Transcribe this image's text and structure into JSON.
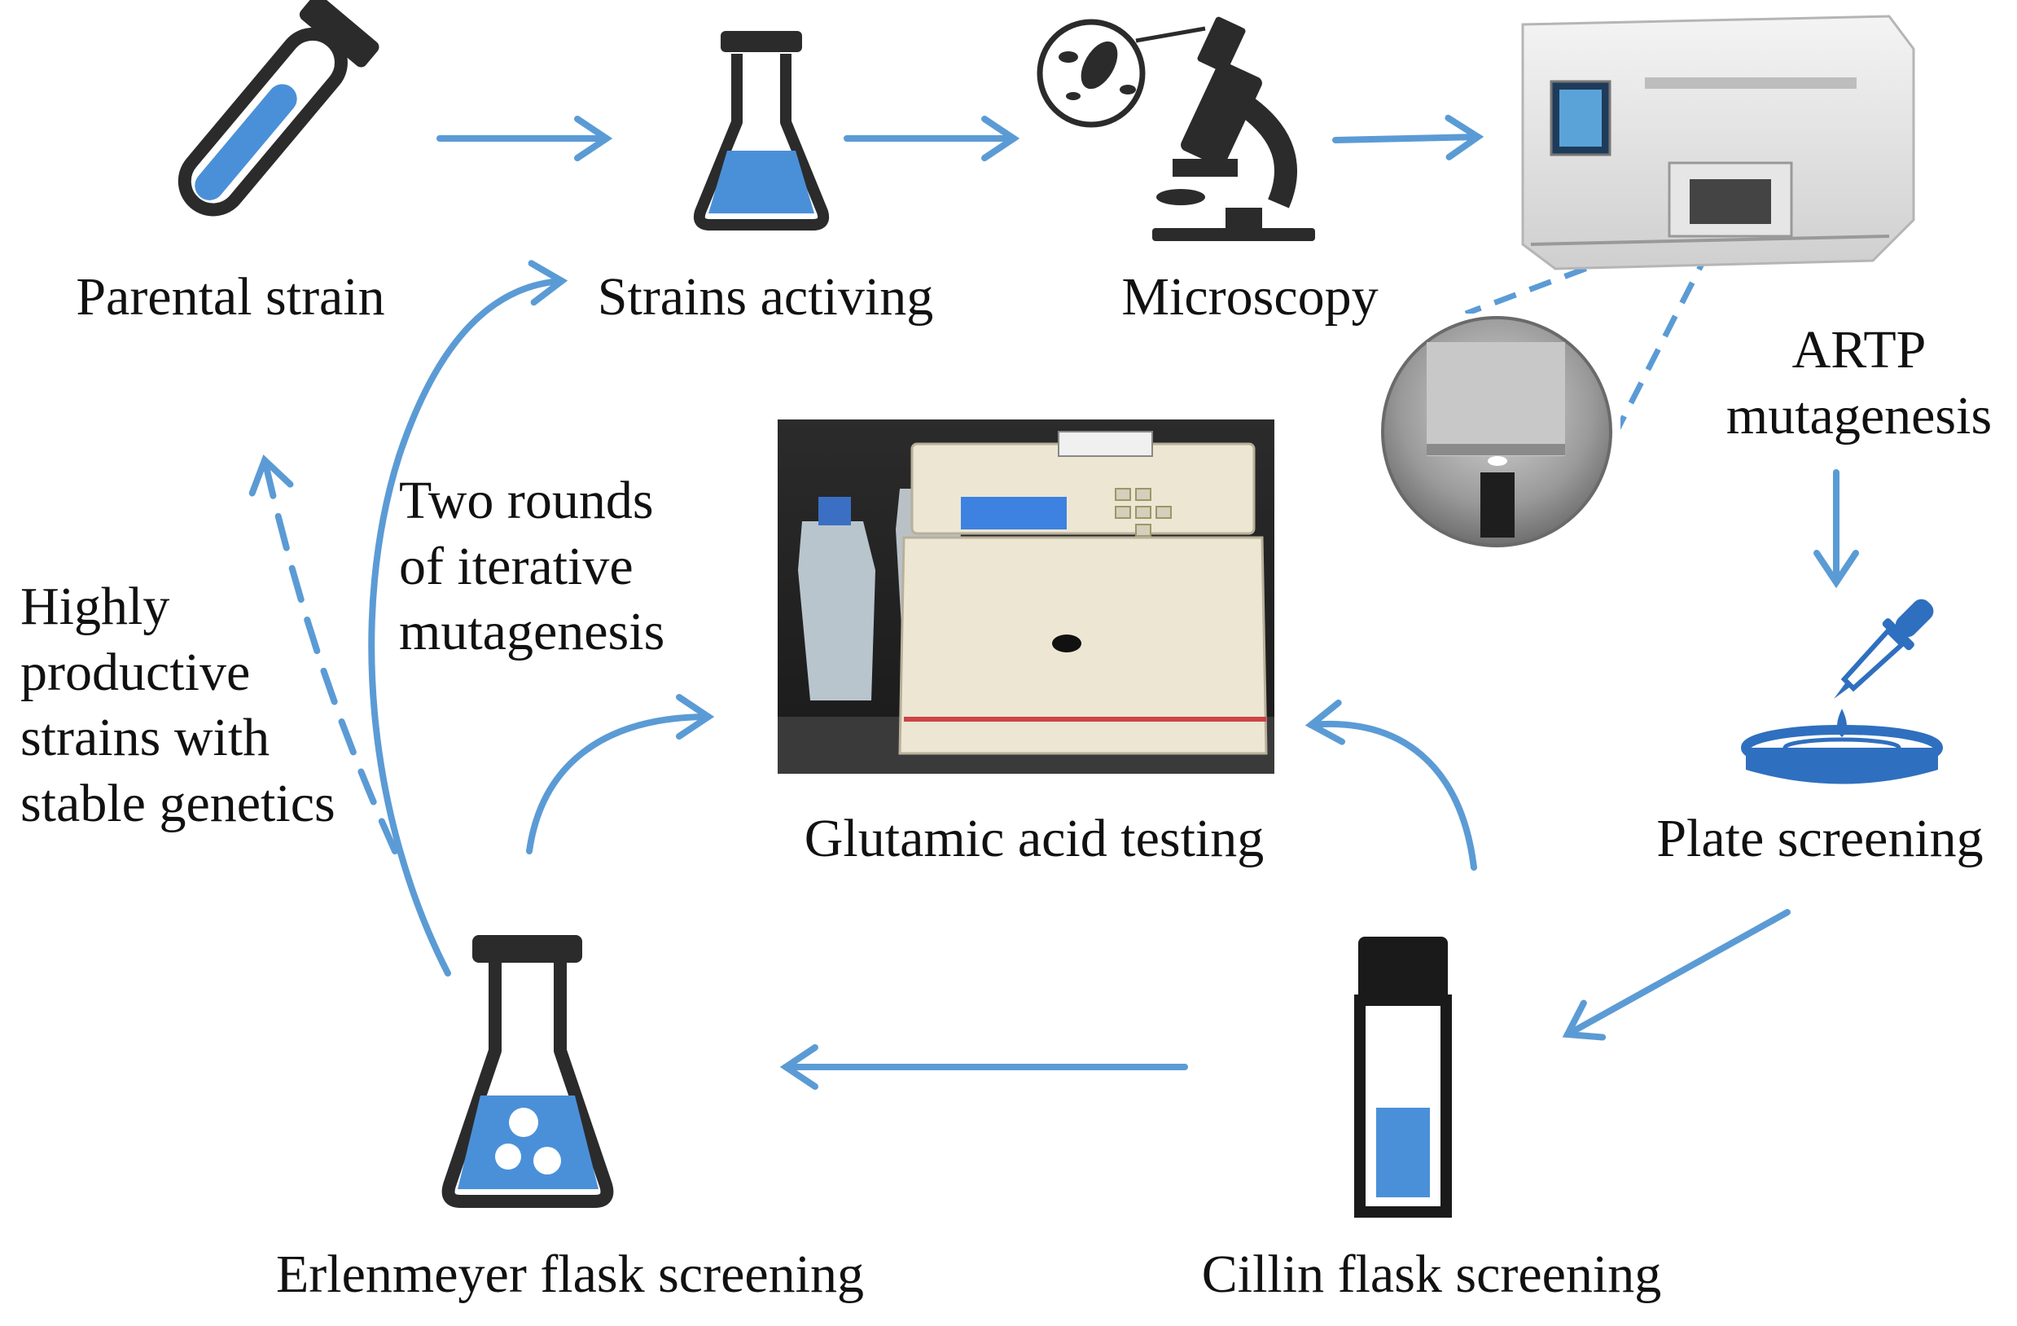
{
  "colors": {
    "arrow": "#5b9bd5",
    "icon_dark": "#2b2b2b",
    "liquid": "#4a90d9",
    "plate_blue": "#2f6fbf"
  },
  "steps": {
    "parental": "Parental strain",
    "activing": "Strains activing",
    "microscopy": "Microscopy",
    "artp": [
      "ARTP",
      "mutagenesis"
    ],
    "plate": "Plate screening",
    "cillin": "Cillin flask screening",
    "erlenmeyer": "Erlenmeyer flask screening",
    "glutamic": "Glutamic acid testing"
  },
  "notes": {
    "iterative": [
      "Two rounds",
      "of iterative",
      "mutagenesis"
    ],
    "highly": [
      "Highly",
      "productive",
      "strains with",
      "stable genetics"
    ]
  },
  "icons": [
    "test-tube-icon",
    "flask-icon",
    "microscope-icon",
    "artp-instrument-photo",
    "nozzle-zoom-photo",
    "dropper-plate-icon",
    "vial-icon",
    "flask-with-cells-icon",
    "analyzer-photo"
  ]
}
